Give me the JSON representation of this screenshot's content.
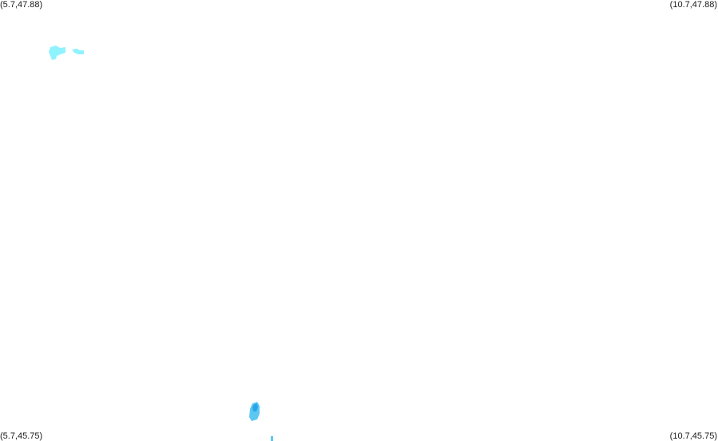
{
  "map": {
    "corners": {
      "top_left": "(5.7,47.88)",
      "top_right": "(10.7,47.88)",
      "bottom_left": "(5.7,45.75)",
      "bottom_right": "(10.7,45.75)"
    },
    "bounds": {
      "lon_min": 5.7,
      "lon_max": 10.7,
      "lat_min": 45.75,
      "lat_max": 47.88
    },
    "colors": {
      "background": "#ffffff",
      "light_cyan": "#8ff3ff",
      "medium_blue": "#5cc8f2",
      "deep_blue": "#2aa6e8"
    }
  }
}
